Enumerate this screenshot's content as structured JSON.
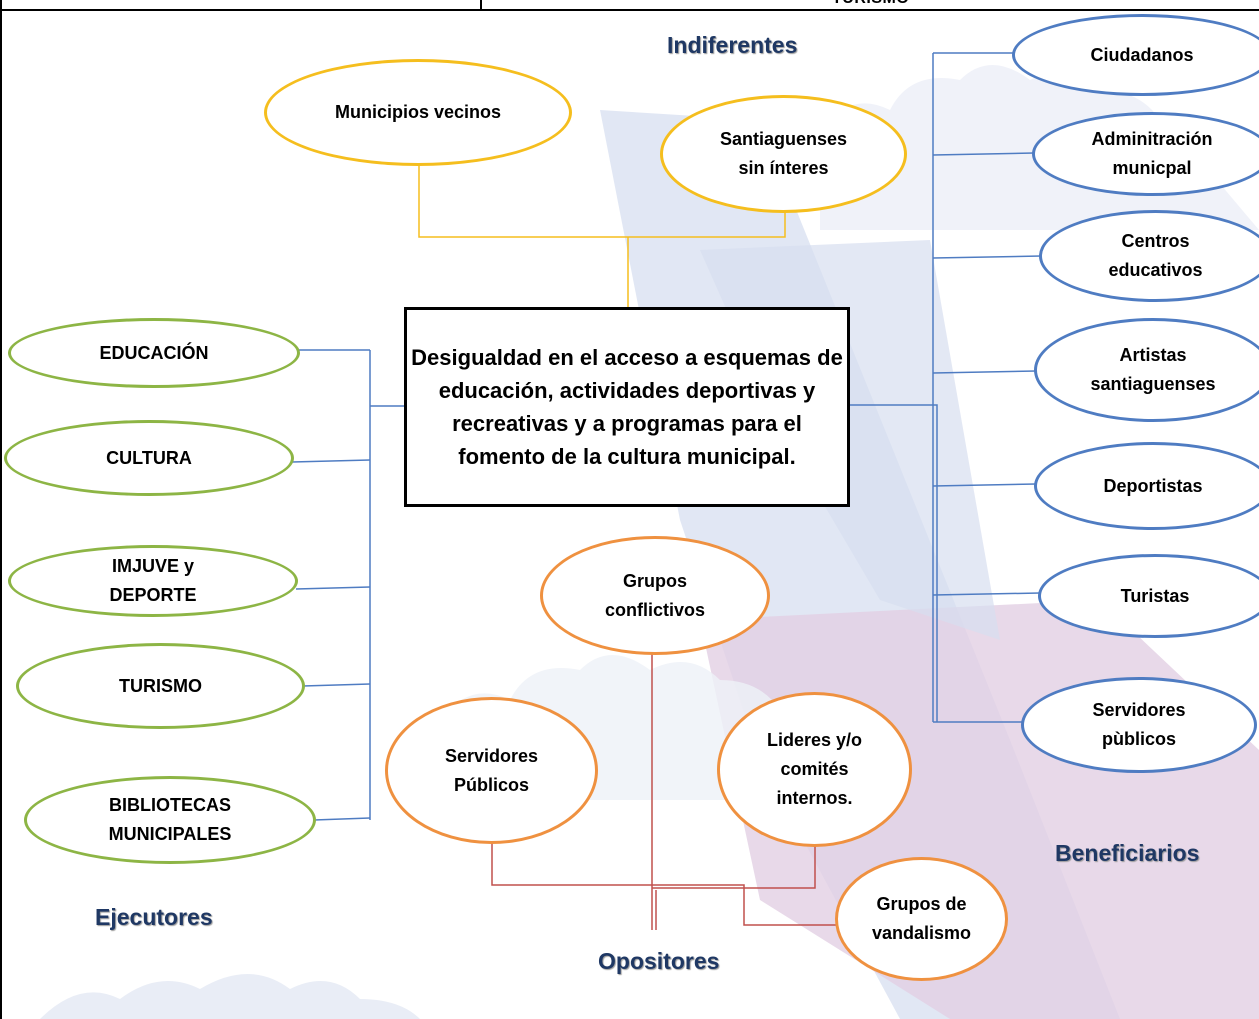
{
  "header": {
    "right_cell": "TURISMO"
  },
  "center_problem": "Desigualdad en el acceso a esquemas de educación, actividades deportivas y recreativas y a programas para el fomento de la cultura municipal.",
  "groups": {
    "indiferentes": {
      "title": "Indiferentes",
      "color": "#F5BE1E",
      "items": [
        "Municipios vecinos",
        "Santiaguenses\nsin ínteres"
      ]
    },
    "beneficiarios": {
      "title": "Beneficiarios",
      "color": "#4F7CC2",
      "items": [
        "Ciudadanos",
        "Adminitración\nmunicpal",
        "Centros\neducativos",
        "Artistas\nsantiaguenses",
        "Deportistas",
        "Turistas",
        "Servidores\npùblicos"
      ]
    },
    "ejecutores": {
      "title": "Ejecutores",
      "color": "#8DB545",
      "items": [
        "EDUCACIÓN",
        "CULTURA",
        "IMJUVE y\nDEPORTE",
        "TURISMO",
        "BIBLIOTECAS\nMUNICIPALES"
      ]
    },
    "opositores": {
      "title": "Opositores",
      "color": "#EF9140",
      "items": [
        "Grupos\nconflictivos",
        "Servidores\nPúblicos",
        "Lideres y/o\ncomités\ninternos.",
        "Grupos de\nvandalismo"
      ]
    }
  }
}
